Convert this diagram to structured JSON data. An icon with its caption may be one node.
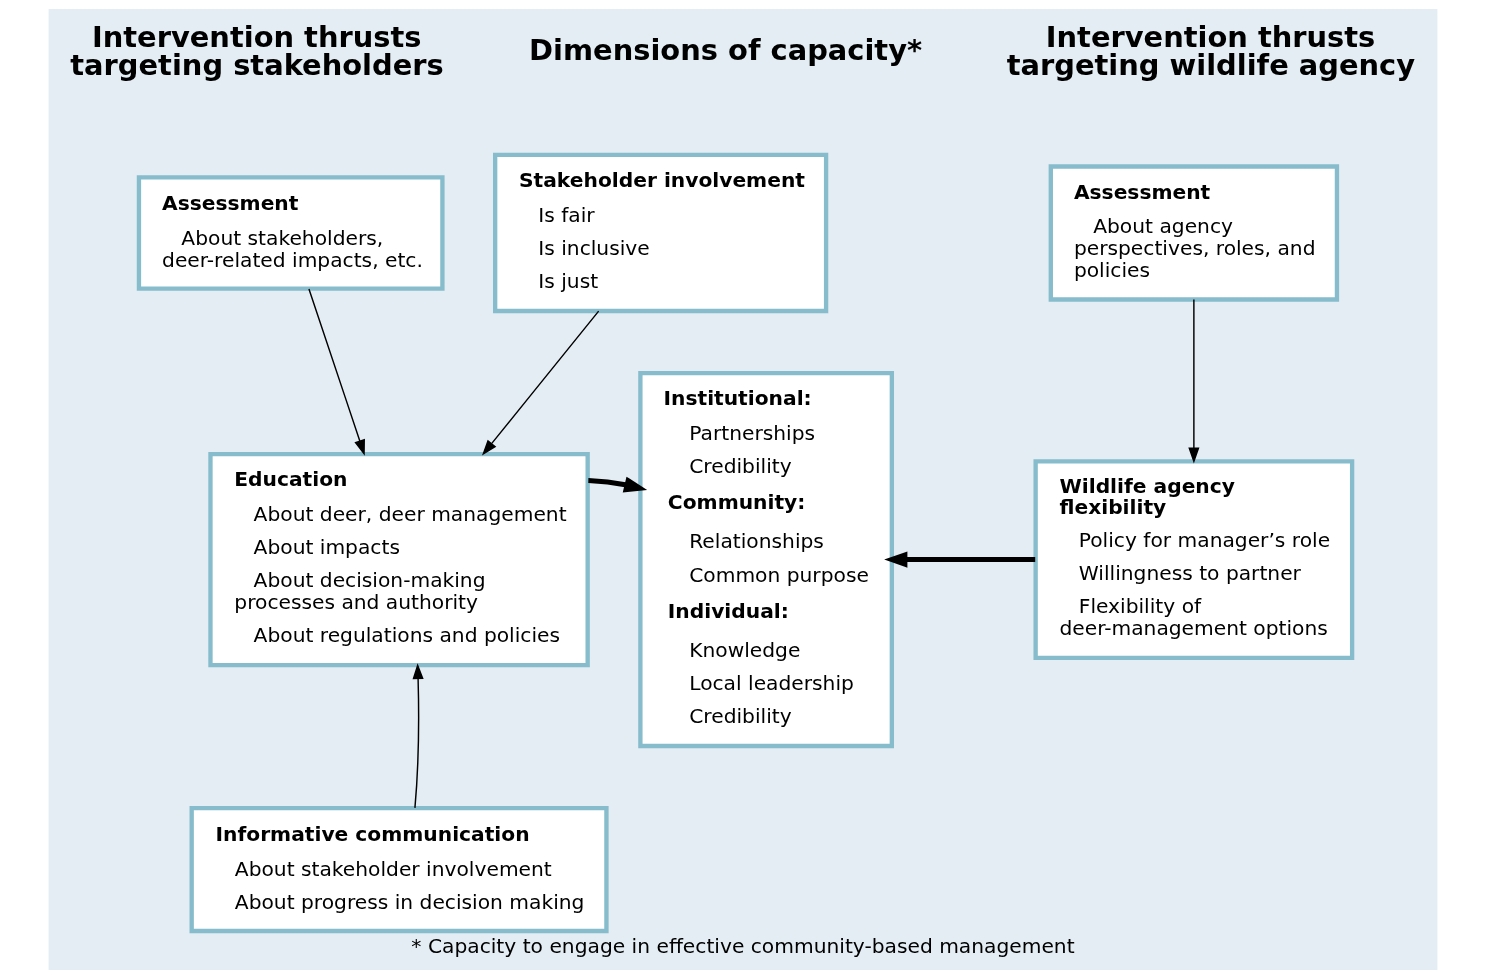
{
  "diagram": {
    "caption": "* Capacity to engage in effective community-based management",
    "nodes": [
      {
        "text": [
          "Assessment",
          "About stakeholders, deer-related impacts, etc."
        ]
      },
      {
        "text": [
          "Stakeholder involvement",
          "Is fair",
          "Is inclusive",
          "Is just"
        ]
      },
      {
        "text": [
          "Education",
          "About deer, deer management",
          "About impacts",
          "About decision-making processes and authority",
          "About regulations and policies"
        ]
      },
      {
        "text": [
          "Informative communication",
          "About stakeholder involvement",
          "About progress in decision making"
        ]
      },
      {
        "text": [
          "Institutional:",
          "Partnerships",
          "Credibility",
          "Community:",
          "Relationships",
          "Common purpose",
          "Individual:",
          "Knowledge",
          "Local leadership",
          "Credibility"
        ]
      },
      {
        "text": [
          "Assessment",
          "About agency perspectives, roles, and policies"
        ]
      },
      {
        "text": [
          "Wildlife agency flexibility",
          "Policy for manager’s role",
          "Willingness to partner",
          "Flexibility of deer-management options"
        ]
      }
    ],
    "edges": [
      {
        "from": 0,
        "to": 2,
        "arrow": "to"
      },
      {
        "from": 1,
        "to": 2,
        "arrow": "to"
      },
      {
        "from": 3,
        "to": 2,
        "arrow": "to"
      },
      {
        "from": 2,
        "to": 4,
        "arrow": "to",
        "style": "thick"
      },
      {
        "from": 5,
        "to": 6,
        "arrow": "to"
      },
      {
        "from": 6,
        "to": 4,
        "arrow": "to",
        "style": "thick"
      }
    ],
    "labels": [
      "Intervention thrusts targeting stakeholders",
      "Dimensions of capacity*",
      "Intervention thrusts targeting wildlife agency"
    ]
  }
}
